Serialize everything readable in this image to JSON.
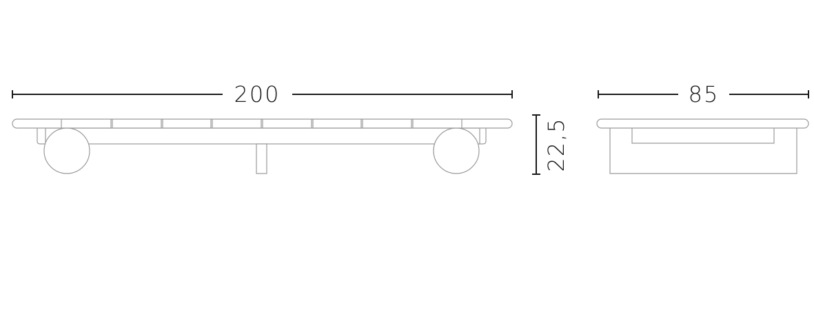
{
  "dimensions": {
    "length": "200",
    "height": "22,5",
    "depth": "85"
  }
}
